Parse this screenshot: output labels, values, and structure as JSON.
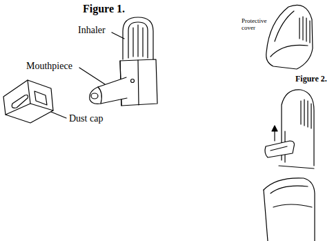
{
  "diagram": {
    "labels": [
      "Figure 1.",
      "Inhaler",
      "Mouthpiece",
      "Dust cap",
      "Protective cover",
      "Figure 2."
    ]
  }
}
